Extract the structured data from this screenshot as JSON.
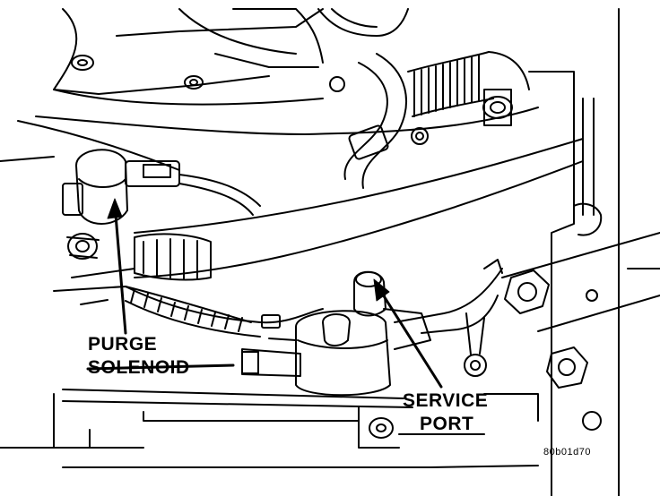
{
  "callouts": {
    "purge_line1": "PURGE",
    "purge_line2": "SOLENOID",
    "service_line1": "SERVICE",
    "service_line2": "PORT"
  },
  "figure_code": "80b01d70",
  "colors": {
    "ink": "#000000",
    "paper": "#ffffff"
  }
}
